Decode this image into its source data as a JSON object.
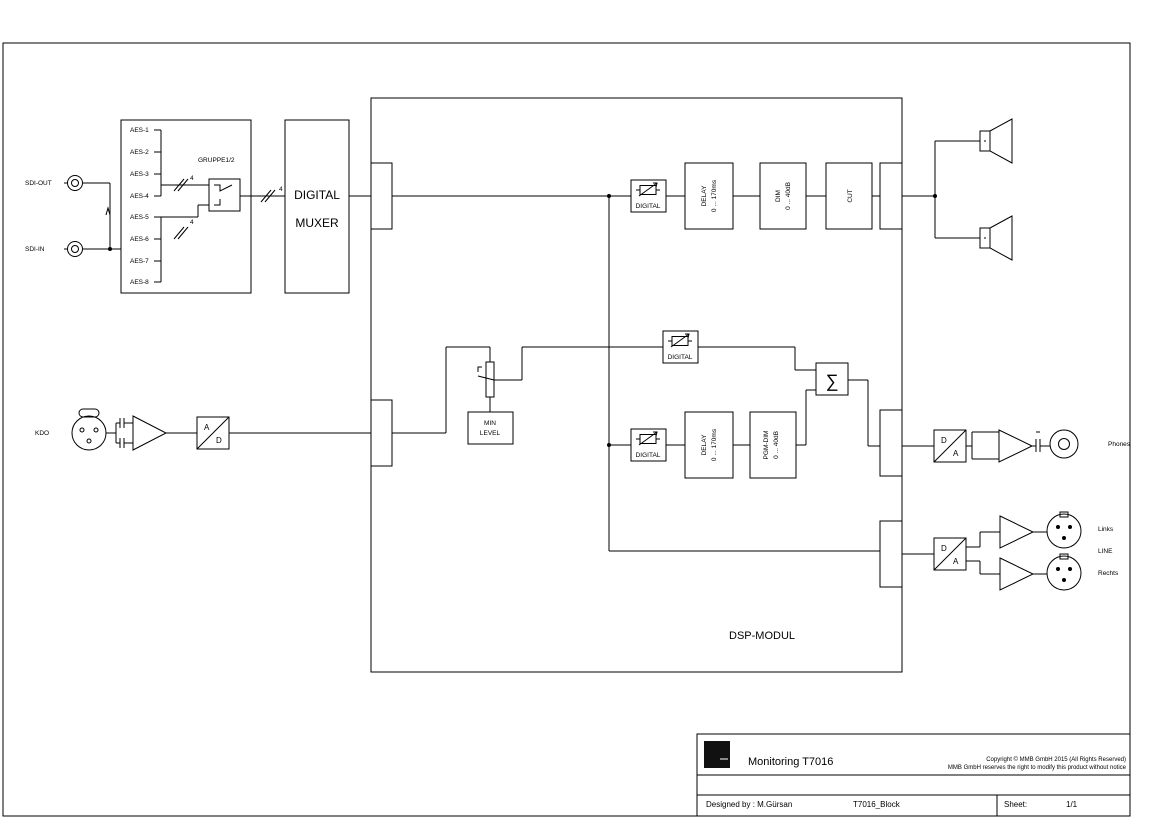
{
  "signals": {
    "sdi_out": "SDI-OUT",
    "sdi_in": "SDI-IN",
    "kdo": "KDO",
    "phones": "Phones",
    "links": "Links",
    "line": "LINE",
    "rechts": "Rechts"
  },
  "aes_inputs": [
    "AES-1",
    "AES-2",
    "AES-3",
    "AES-4",
    "AES-5",
    "AES-6",
    "AES-7",
    "AES-8"
  ],
  "blocks": {
    "gruppe": "GRUPPE1/2",
    "bus_count": "4",
    "muxer_line1": "DIGITAL",
    "muxer_line2": "MUXER",
    "digital": "DIGITAL",
    "delay_title": "DELAY",
    "delay_range": "0 ... 170ms",
    "dim_title": "DIM",
    "dim_range": "0 ... 40dB",
    "cut": "CUT",
    "pgm_dim_title": "PGM-DIM",
    "min_line1": "MIN",
    "min_line2": "LEVEL",
    "sum_symbol": "∑",
    "ad_a": "A",
    "ad_d": "D",
    "da_d": "D",
    "da_a": "A",
    "dsp_module": "DSP-MODUL"
  },
  "title_block": {
    "title": "Monitoring T7016",
    "copyright": "Copyright © MMB GmbH 2015 (All Rights Reserved)",
    "notice": "MMB GmbH reserves the right to modify this product without notice",
    "designed_by": "Designed by : M.Gürsan",
    "drawing": "T7016_Block",
    "sheet_label": "Sheet:",
    "sheet_value": "1/1"
  }
}
